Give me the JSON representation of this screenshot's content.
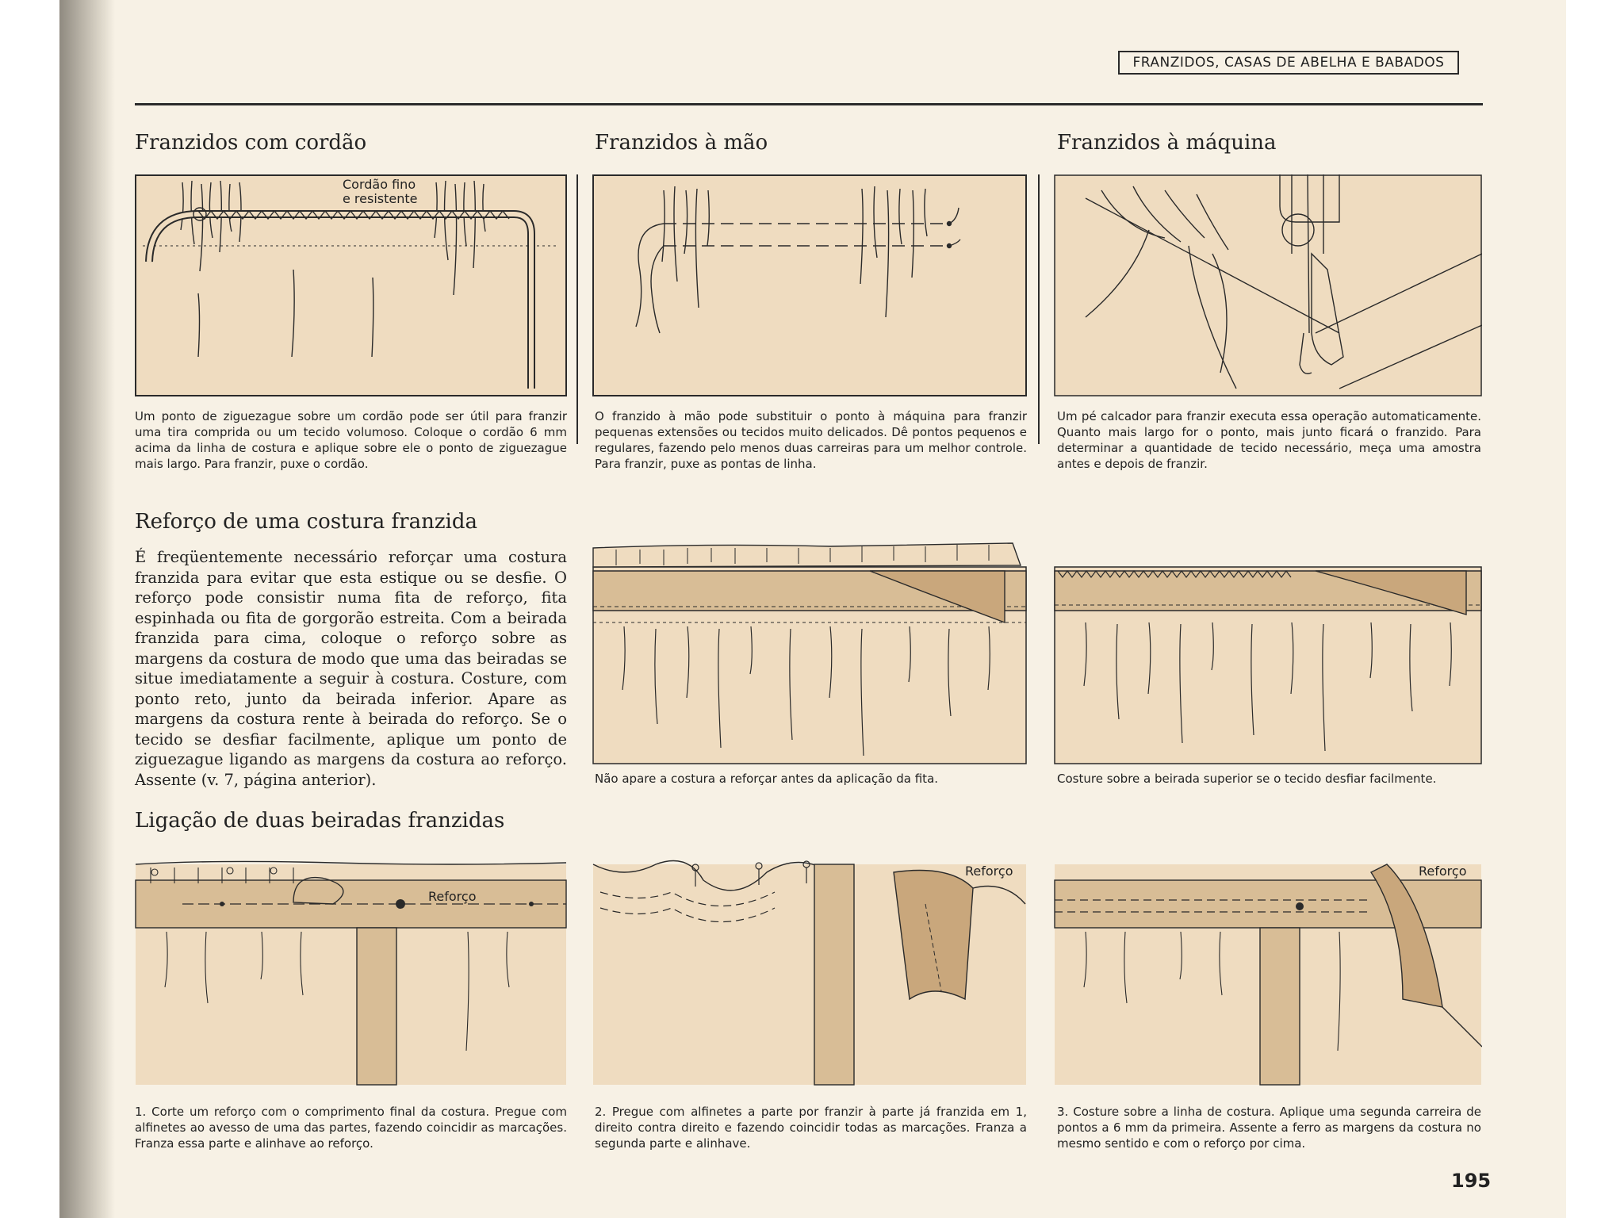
{
  "header": {
    "running_title": "FRANZIDOS, CASAS DE ABELHA E BABADOS"
  },
  "sections": {
    "cordao": {
      "title": "Franzidos com cordão",
      "label_line1": "Cordão fino",
      "label_line2": "e resistente",
      "caption": "Um ponto de ziguezague sobre um cordão pode ser útil para franzir uma tira comprida ou um tecido volumoso. Coloque o cordão 6 mm acima da linha de costura e aplique sobre ele o ponto de ziguezague mais largo. Para franzir, puxe o cordão."
    },
    "mao": {
      "title": "Franzidos à mão",
      "caption": "O franzido à mão pode substituir o ponto à máquina para franzir pequenas extensões ou tecidos muito delicados. Dê pontos pequenos e regulares, fazendo pelo menos duas carreiras para um melhor controle. Para franzir, puxe as pontas de linha."
    },
    "maquina": {
      "title": "Franzidos à máquina",
      "caption": "Um pé calcador para franzir executa essa operação automaticamente. Quanto mais largo for o ponto, mais junto ficará o franzido. Para determinar a quantidade de tecido necessário, meça uma amostra antes e depois de franzir."
    },
    "reforco": {
      "title": "Reforço de uma costura franzida",
      "body": "É freqüentemente necessário reforçar uma costura franzida para evitar que esta estique ou se desfie. O reforço pode consistir numa fita de reforço, fita espinhada ou fita de gorgorão estreita. Com a beirada franzida para cima, coloque o reforço sobre as margens da costura de modo que uma das beiradas se situe imediatamente a seguir à costura. Costure, com ponto reto, junto da beirada inferior. Apare as margens da costura rente à beirada do reforço. Se o tecido se desfiar facilmente, aplique um ponto de ziguezague ligando as margens da costura ao reforço. Assente (v. 7, página anterior).",
      "fig1_caption": "Não apare a costura a reforçar antes da aplicação da fita.",
      "fig2_caption": "Costure sobre a beirada superior se o tecido desfiar facilmente."
    },
    "ligacao": {
      "title": "Ligação de duas beiradas franzidas",
      "label_reforco": "Reforço",
      "step1": "1. Corte um reforço com o comprimento final da costura. Pregue com alfinetes ao avesso de uma das partes, fazendo coincidir as marcações. Franza essa parte e alinhave ao reforço.",
      "step2": "2. Pregue com alfinetes a parte por franzir à parte já franzida em 1, direito contra direito e fazendo coincidir todas as marcações. Franza a segunda parte e alinhave.",
      "step3": "3. Costure sobre a linha de costura. Aplique uma segunda carreira de pontos a 6 mm da primeira. Assente a ferro as margens da costura no mesmo sentido e com o reforço por cima."
    }
  },
  "page_number": "195",
  "colors": {
    "paper": "#f7f1e5",
    "fabric": "#efdcc0",
    "tape": "#d8bd96",
    "ink": "#2a2a2a"
  }
}
